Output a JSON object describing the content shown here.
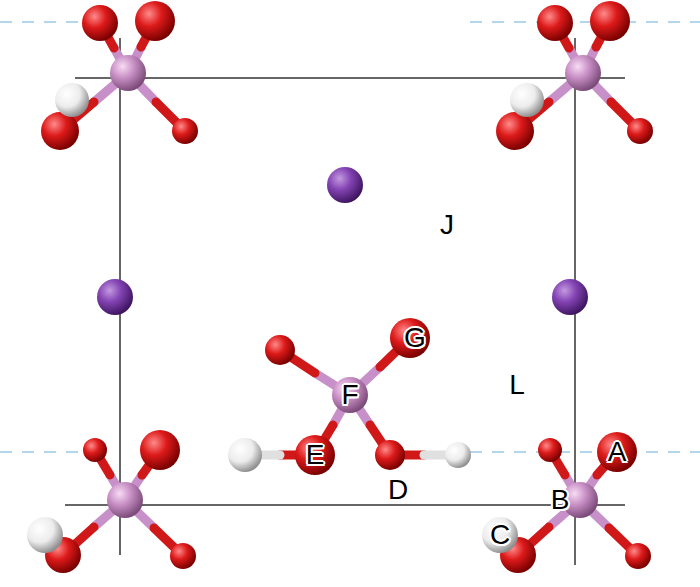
{
  "diagram": {
    "labels": [
      "J",
      "G",
      "L",
      "F",
      "E",
      "A",
      "D",
      "B",
      "C"
    ]
  }
}
